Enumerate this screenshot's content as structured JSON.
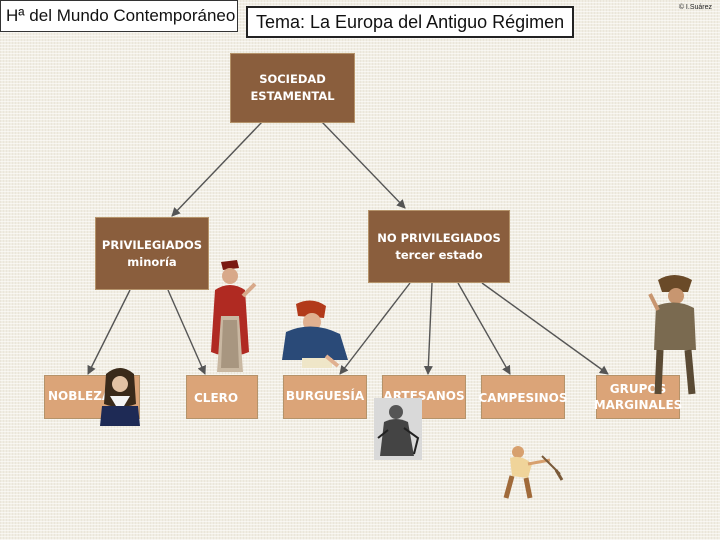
{
  "header": {
    "subject": "Hª del Mundo Contemporáneo",
    "topic": "Tema: La Europa del Antiguo Régimen",
    "copyright": "© I.Suárez"
  },
  "diagram": {
    "root": {
      "line1": "SOCIEDAD",
      "line2": "ESTAMENTAL"
    },
    "privileged": {
      "line1": "PRIVILEGIADOS",
      "line2": "minoría"
    },
    "non_privileged": {
      "line1": "NO PRIVILEGIADOS",
      "line2": "tercer estado"
    },
    "leaves": {
      "nobleza": "NOBLEZA",
      "clero": "CLERO",
      "burguesia": "BURGUESÍA",
      "artesanos": "ARTESANOS",
      "campesinos": "CAMPESINOS",
      "marginales_line1": "GRUPOS",
      "marginales_line2": "MARGINALES"
    }
  },
  "colors": {
    "dark_box": "#8a5e3d",
    "light_box": "#dba478",
    "arrow": "#555555"
  }
}
